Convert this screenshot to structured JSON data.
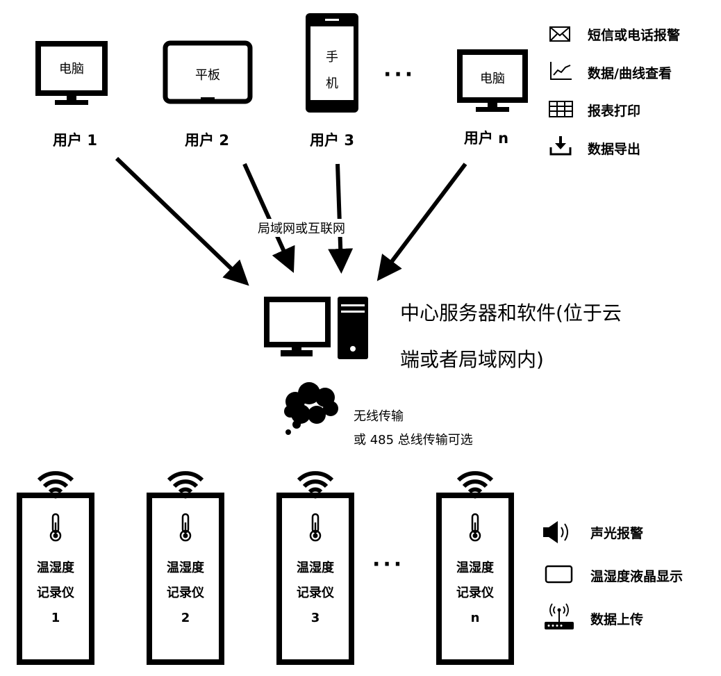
{
  "users": [
    {
      "device_label": "电脑",
      "label": "用户 1"
    },
    {
      "device_label": "平板",
      "label": "用户 2"
    },
    {
      "device_label": "手\n机",
      "label": "用户 3"
    },
    {
      "device_label": "电脑",
      "label": "用户 n"
    }
  ],
  "users_ellipsis": "···",
  "features_top": [
    {
      "icon": "envelope-icon",
      "label": "短信或电话报警"
    },
    {
      "icon": "line-chart-icon",
      "label": "数据/曲线查看"
    },
    {
      "icon": "table-grid-icon",
      "label": "报表打印"
    },
    {
      "icon": "download-icon",
      "label": "数据导出"
    }
  ],
  "network_label": "局域网或互联网",
  "server": {
    "line1": "中心服务器和软件(位于云",
    "line2": "端或者局域网内)"
  },
  "transport": {
    "line1": "无线传输",
    "line2": "或 485 总线传输可选"
  },
  "recorders": [
    {
      "line1": "温湿度",
      "line2": "记录仪",
      "index": "1"
    },
    {
      "line1": "温湿度",
      "line2": "记录仪",
      "index": "2"
    },
    {
      "line1": "温湿度",
      "line2": "记录仪",
      "index": "3"
    },
    {
      "line1": "温湿度",
      "line2": "记录仪",
      "index": "n"
    }
  ],
  "recorders_ellipsis": "···",
  "features_bottom": [
    {
      "icon": "speaker-icon",
      "label": "声光报警"
    },
    {
      "icon": "lcd-screen-icon",
      "label": "温湿度液晶显示"
    },
    {
      "icon": "router-icon",
      "label": "数据上传"
    }
  ]
}
